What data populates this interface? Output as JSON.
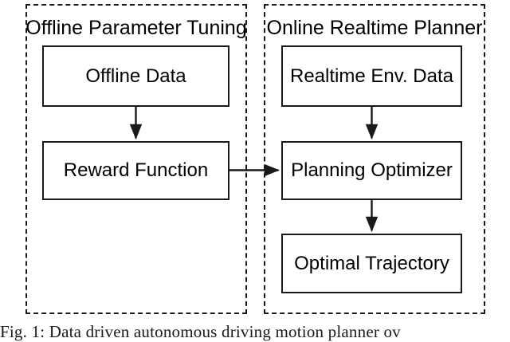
{
  "figure": {
    "caption": "Fig. 1: Data driven autonomous driving motion planner ov",
    "colors": {
      "stroke": "#1a1a1a",
      "background": "#ffffff",
      "text": "#000000"
    }
  },
  "panels": [
    {
      "id": "offline",
      "title": "Offline Parameter Tuning",
      "nodes": [
        {
          "id": "offline-data",
          "label": "Offline Data"
        },
        {
          "id": "reward-function",
          "label": "Reward Function"
        }
      ]
    },
    {
      "id": "online",
      "title": "Online Realtime Planner",
      "nodes": [
        {
          "id": "realtime-env-data",
          "label": "Realtime Env. Data"
        },
        {
          "id": "planning-optimizer",
          "label": "Planning Optimizer"
        },
        {
          "id": "optimal-trajectory",
          "label": "Optimal Trajectory"
        }
      ]
    }
  ],
  "edges": [
    {
      "id": "offline-data-to-reward-function",
      "from": "Offline Data",
      "to": "Reward Function",
      "direction": "down"
    },
    {
      "id": "reward-function-to-planning-optimizer",
      "from": "Reward Function",
      "to": "Planning Optimizer",
      "direction": "right"
    },
    {
      "id": "realtime-env-data-to-planning-optimizer",
      "from": "Realtime Env. Data",
      "to": "Planning Optimizer",
      "direction": "down"
    },
    {
      "id": "planning-optimizer-to-optimal-trajectory",
      "from": "Planning Optimizer",
      "to": "Optimal Trajectory",
      "direction": "down"
    }
  ]
}
